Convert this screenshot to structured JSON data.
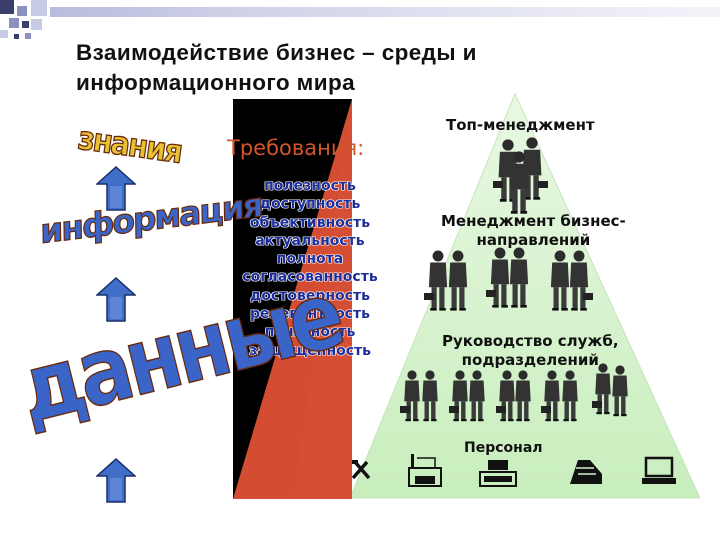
{
  "slide": {
    "title_lines": [
      "Взаимодействие  бизнес – среды  и",
      "информационного мира"
    ]
  },
  "requirements": {
    "heading": "Требования:",
    "items": [
      "полезность",
      "доступность",
      "объективность",
      "актуальность",
      "полнота",
      "согласованность",
      "достоверность",
      "релевантность",
      "понятность",
      "защищенность"
    ]
  },
  "hierarchy": {
    "levels": [
      {
        "lines": [
          "Топ-менеджмент"
        ]
      },
      {
        "lines": [
          "Менеджмент  бизнес-",
          "направлений"
        ]
      },
      {
        "lines": [
          "Руководство служб,",
          "подразделений"
        ]
      },
      {
        "lines": [
          "Персонал"
        ]
      }
    ],
    "personnel_icons": [
      "tools-icon",
      "factory-icon",
      "cash-register-icon",
      "printer-icon",
      "computer-icon"
    ]
  },
  "data_stack": {
    "words": [
      "знания",
      "информация",
      "данные"
    ],
    "arrows": [
      "up-arrow-icon",
      "up-arrow-icon",
      "up-arrow-icon"
    ]
  },
  "colors": {
    "pyramid_fill": "#d2f2c8",
    "dark_panel": "#000000",
    "red_triangle": "#d44d33",
    "heading_accent": "#d2552a",
    "list_text": "#1c2e9c",
    "wordart_fill": "#3a64c8",
    "wordart_outline": "#6a2808",
    "arrow_fill": "#3f6fc9"
  }
}
